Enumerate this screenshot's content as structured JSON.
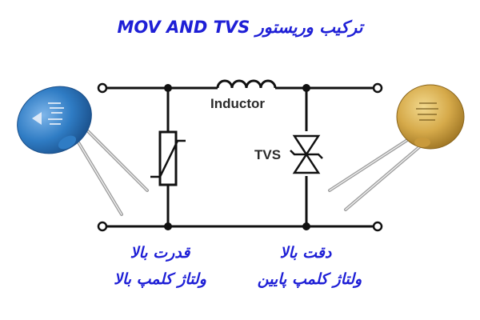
{
  "title": "ترکیب وریستور MOV AND TVS",
  "labels": {
    "inductor": "Inductor",
    "tvs": "TVS"
  },
  "captions": {
    "left_line1": "قدرت بالا",
    "left_line2": "ولتاژ کلمپ بالا",
    "right_line1": "دقت بالا",
    "right_line2": "ولتاژ کلمپ پایین"
  },
  "colors": {
    "text_blue": "#1e1fd6",
    "wire": "#111111",
    "mov_body": "#2f7cc4",
    "tvs_body": "#d6aa4a"
  }
}
